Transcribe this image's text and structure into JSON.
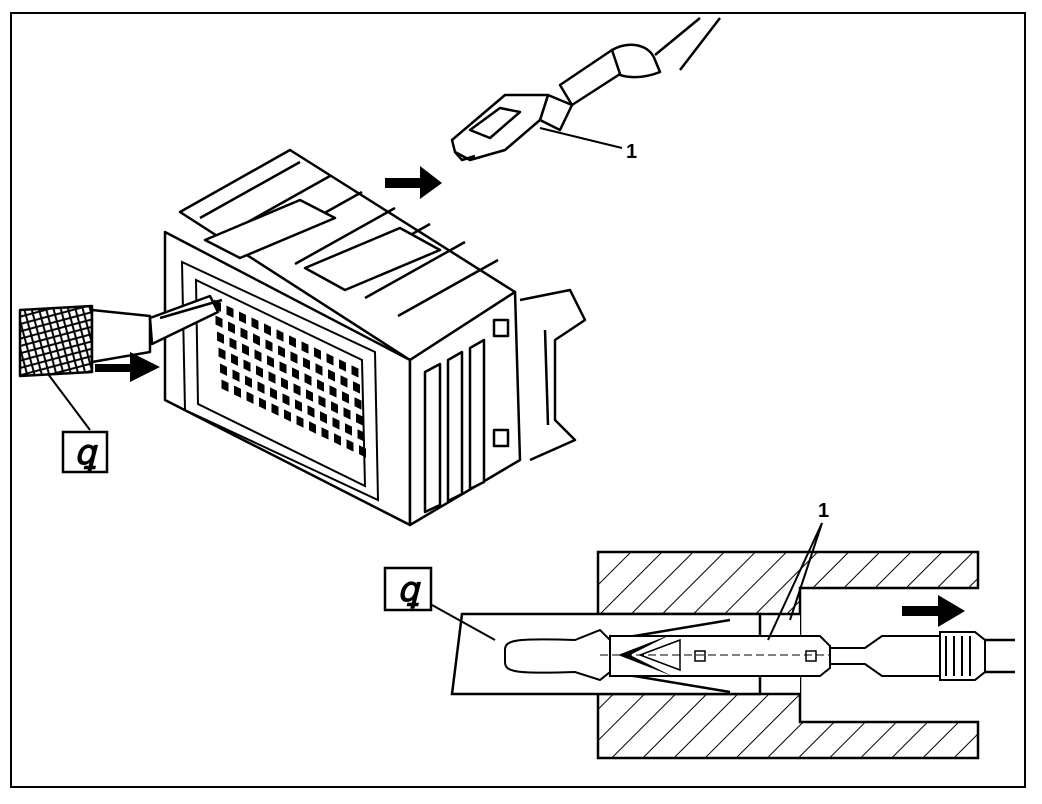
{
  "figure": {
    "callouts": [
      {
        "id": "terminal-callout",
        "label": "1"
      },
      {
        "id": "section-callout",
        "label": "1"
      }
    ],
    "tool_symbols": [
      {
        "id": "tool-symbol-top",
        "glyph": "ꝗ"
      },
      {
        "id": "tool-symbol-bottom",
        "glyph": "ꝗ"
      }
    ],
    "colors": {
      "line": "#000000",
      "background": "#ffffff"
    }
  }
}
